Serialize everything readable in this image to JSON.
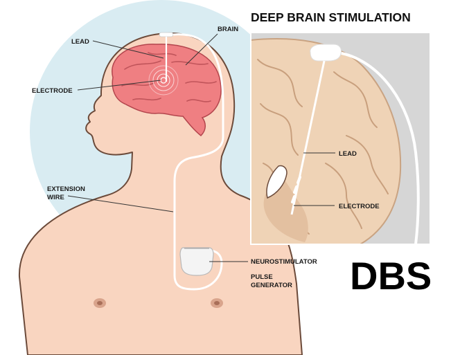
{
  "title": "DEEP BRAIN STIMULATION",
  "acronym": "DBS",
  "body_labels": {
    "lead": "LEAD",
    "brain": "BRAIN",
    "electrode": "ELECTRODE",
    "extension_wire_line1": "EXTENSION",
    "extension_wire_line2": "WIRE",
    "neurostimulator": "NEUROSTIMULATOR",
    "pulse_generator_line1": "PULSE",
    "pulse_generator_line2": "GENERATOR"
  },
  "inset_labels": {
    "lead": "LEAD",
    "electrode": "ELECTRODE"
  },
  "colors": {
    "background_circle": "#d9ecf2",
    "skin": "#f9d5c0",
    "skin_outline": "#6b4a3a",
    "brain": "#ef7f82",
    "brain_outline": "#b3454d",
    "inset_gray": "#d6d6d6",
    "inset_tissue": "#efd3b6",
    "implant": "#ffffff"
  }
}
